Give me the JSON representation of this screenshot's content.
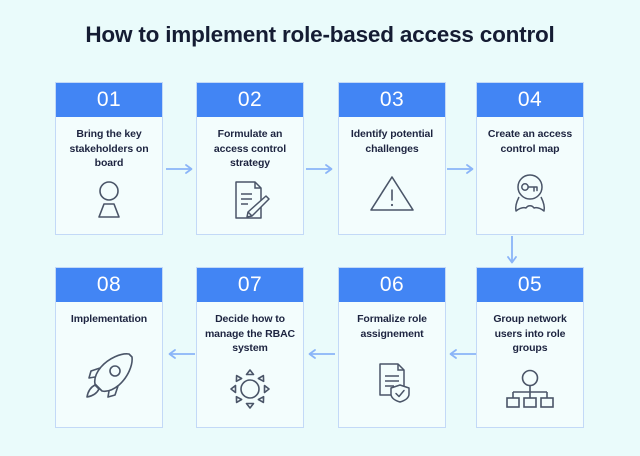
{
  "page": {
    "title": "How to implement role-based access control",
    "background_color": "#eafbfb",
    "accent_color": "#4285f4",
    "arrow_color": "#8ab4f8",
    "card_body_color": "#f3fdfd",
    "title_color": "#151c33"
  },
  "steps": [
    {
      "number": "01",
      "label": "Bring the key stakeholders on board",
      "icon": "presenter-podium-icon"
    },
    {
      "number": "02",
      "label": "Formulate an access control strategy",
      "icon": "document-pencil-icon"
    },
    {
      "number": "03",
      "label": "Identify potential challenges",
      "icon": "warning-triangle-icon"
    },
    {
      "number": "04",
      "label": "Create an access control map",
      "icon": "key-access-icon"
    },
    {
      "number": "05",
      "label": "Group network users into role groups",
      "icon": "org-chart-icon"
    },
    {
      "number": "06",
      "label": "Formalize role assignement",
      "icon": "document-shield-icon"
    },
    {
      "number": "07",
      "label": "Decide how to manage the RBAC system",
      "icon": "gear-icon"
    },
    {
      "number": "08",
      "label": "Implementation",
      "icon": "rocket-icon"
    }
  ],
  "connectors": [
    {
      "name": "arrow-01-to-02",
      "direction": "right"
    },
    {
      "name": "arrow-02-to-03",
      "direction": "right"
    },
    {
      "name": "arrow-03-to-04",
      "direction": "right"
    },
    {
      "name": "arrow-04-to-05",
      "direction": "down"
    },
    {
      "name": "arrow-05-to-06",
      "direction": "left"
    },
    {
      "name": "arrow-06-to-07",
      "direction": "left"
    },
    {
      "name": "arrow-07-to-08",
      "direction": "left"
    }
  ]
}
